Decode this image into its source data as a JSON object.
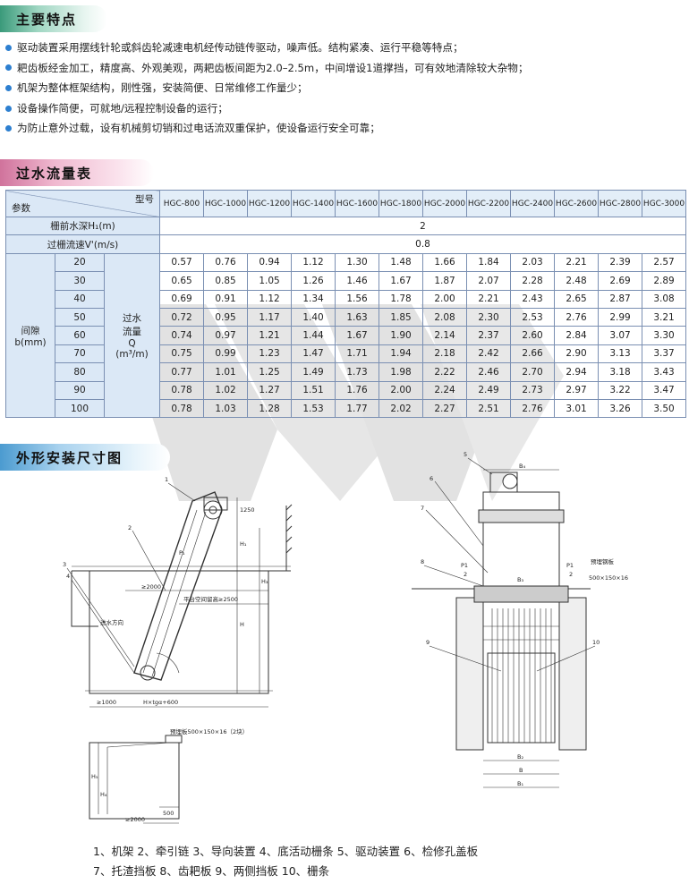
{
  "sections": {
    "features_title": "主要特点",
    "flow_title": "过水流量表",
    "install_title": "外形安装尺寸图"
  },
  "features": [
    "驱动装置采用摆线针轮或斜齿轮减速电机经传动链传驱动，噪声低。结构紧凑、运行平稳等特点；",
    "耙齿板经金加工，精度高、外观美观，两耙齿板间距为2.0–2.5m，中间增设1道撑挡，可有效地清除较大杂物；",
    "机架为整体框架结构，刚性强，安装简便、日常维修工作量少；",
    "设备操作简便，可就地/远程控制设备的运行；",
    "为防止意外过载，设有机械剪切销和过电话流双重保护，使设备运行安全可靠；"
  ],
  "table": {
    "model_label": "型号",
    "param_label": "参数",
    "models": [
      "HGC-800",
      "HGC-1000",
      "HGC-1200",
      "HGC-1400",
      "HGC-1600",
      "HGC-1800",
      "HGC-2000",
      "HGC-2200",
      "HGC-2400",
      "HGC-2600",
      "HGC-2800",
      "HGC-3000"
    ],
    "depth_label": "栅前水深H₁(m)",
    "depth_value": "2",
    "speed_label": "过栅流速V'(m/s)",
    "speed_value": "0.8",
    "gap_label_line1": "间隙",
    "gap_label_line2": "b(mm)",
    "flow_label_line1": "过水",
    "flow_label_line2": "流量",
    "flow_label_line3": "Q",
    "flow_label_line4": "(m³/m)",
    "rows": [
      {
        "gap": "20",
        "values": [
          "0.57",
          "0.76",
          "0.94",
          "1.12",
          "1.30",
          "1.48",
          "1.66",
          "1.84",
          "2.03",
          "2.21",
          "2.39",
          "2.57"
        ]
      },
      {
        "gap": "30",
        "values": [
          "0.65",
          "0.85",
          "1.05",
          "1.26",
          "1.46",
          "1.67",
          "1.87",
          "2.07",
          "2.28",
          "2.48",
          "2.69",
          "2.89"
        ]
      },
      {
        "gap": "40",
        "values": [
          "0.69",
          "0.91",
          "1.12",
          "1.34",
          "1.56",
          "1.78",
          "2.00",
          "2.21",
          "2.43",
          "2.65",
          "2.87",
          "3.08"
        ]
      },
      {
        "gap": "50",
        "values": [
          "0.72",
          "0.95",
          "1.17",
          "1.40",
          "1.63",
          "1.85",
          "2.08",
          "2.30",
          "2.53",
          "2.76",
          "2.99",
          "3.21"
        ]
      },
      {
        "gap": "60",
        "values": [
          "0.74",
          "0.97",
          "1.21",
          "1.44",
          "1.67",
          "1.90",
          "2.14",
          "2.37",
          "2.60",
          "2.84",
          "3.07",
          "3.30"
        ]
      },
      {
        "gap": "70",
        "values": [
          "0.75",
          "0.99",
          "1.23",
          "1.47",
          "1.71",
          "1.94",
          "2.18",
          "2.42",
          "2.66",
          "2.90",
          "3.13",
          "3.37"
        ]
      },
      {
        "gap": "80",
        "values": [
          "0.77",
          "1.01",
          "1.25",
          "1.49",
          "1.73",
          "1.98",
          "2.22",
          "2.46",
          "2.70",
          "2.94",
          "3.18",
          "3.43"
        ]
      },
      {
        "gap": "90",
        "values": [
          "0.78",
          "1.02",
          "1.27",
          "1.51",
          "1.76",
          "2.00",
          "2.24",
          "2.49",
          "2.73",
          "2.97",
          "3.22",
          "3.47"
        ]
      },
      {
        "gap": "100",
        "values": [
          "0.78",
          "1.03",
          "1.28",
          "1.53",
          "1.77",
          "2.02",
          "2.27",
          "2.51",
          "2.76",
          "3.01",
          "3.26",
          "3.50"
        ]
      }
    ]
  },
  "drawing_left": {
    "callouts": [
      "1",
      "2",
      "3",
      "4"
    ],
    "label_p1": "P₁",
    "dim_1250": "1250",
    "dim_h1": "H₁",
    "dim_h3": "H₃",
    "dim_h": "H",
    "dim_ge2000": "≥2000",
    "platform_note": "平台空间留高≥2500",
    "flow_direction": "进水方向",
    "dim_1000": "≥1000",
    "dim_h_tga": "H×tgα+600",
    "embed_plate": "预埋板500×150×16（2块）",
    "dim_h5": "H₅",
    "dim_h4": "H₄",
    "dim_ge2000_bottom": "≥2000",
    "dim_500": "500"
  },
  "drawing_right": {
    "callouts": [
      "5",
      "6",
      "7",
      "8",
      "9",
      "10"
    ],
    "dim_b4": "B₄",
    "label_p1_left": "P1",
    "label_2_left": "2",
    "label_p1_right": "P1",
    "label_2_right": "2",
    "label_b3": "B₃",
    "embed_label": "预埋钢板",
    "embed_size": "500×150×16",
    "dim_b2": "B₂",
    "dim_b": "B",
    "dim_b1": "B₁"
  },
  "legend": {
    "line1": "1、机架  2、牵引链  3、导向装置  4、底活动栅条  5、驱动装置  6、检修孔盖板",
    "line2": "7、托渣挡板  8、齿耙板  9、两侧挡板  10、栅条"
  },
  "colors": {
    "bullet": "#2d7fd0",
    "table_border": "#7a8fb2",
    "table_header_bg": "#e3eef8",
    "watermark": "#d9d9d9"
  }
}
